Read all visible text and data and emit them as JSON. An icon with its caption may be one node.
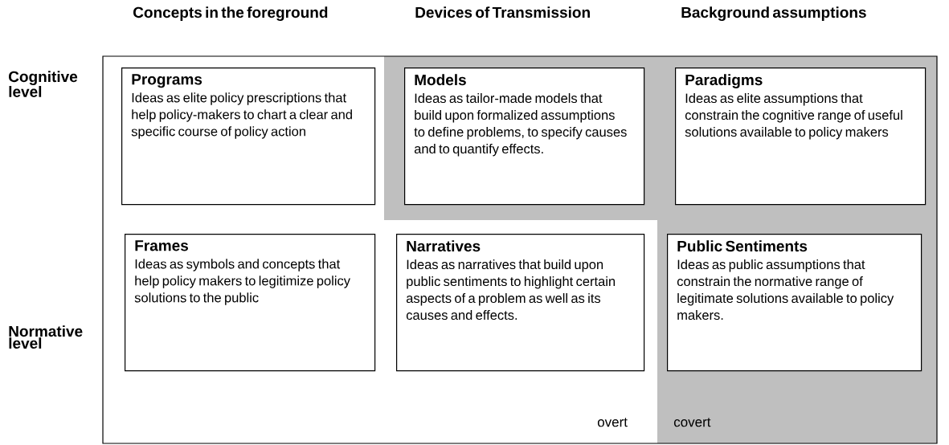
{
  "diagram": {
    "nodes": [
      {
        "text": [
          "Programs",
          "Ideas as elite policy prescriptions that help policy-makers to chart a clear and specific course of policy action"
        ]
      },
      {
        "text": [
          "Models",
          "Ideas as tailor-made models that build upon formalized assumptions to define problems, to specify causes and to quantify effects."
        ]
      },
      {
        "text": [
          "Paradigms",
          "Ideas as elite assumptions that constrain the cognitive range of useful solutions available to policy makers"
        ]
      },
      {
        "text": [
          "Frames",
          "Ideas as symbols and concepts that help policy makers to legitimize policy solutions to the public"
        ]
      },
      {
        "text": [
          "Narratives",
          "Ideas as narratives that build upon public sentiments to highlight certain aspects of a problem as well as its causes and effects."
        ]
      },
      {
        "text": [
          "Public Sentiments",
          "Ideas as public assumptions that constrain the normative range of legitimate solutions available to policy makers."
        ]
      }
    ],
    "labels": [
      "Concepts in the foreground",
      "Devices of Transmission",
      "Background assumptions",
      "Cognitive level",
      "Normative level",
      "overt",
      "covert"
    ]
  }
}
